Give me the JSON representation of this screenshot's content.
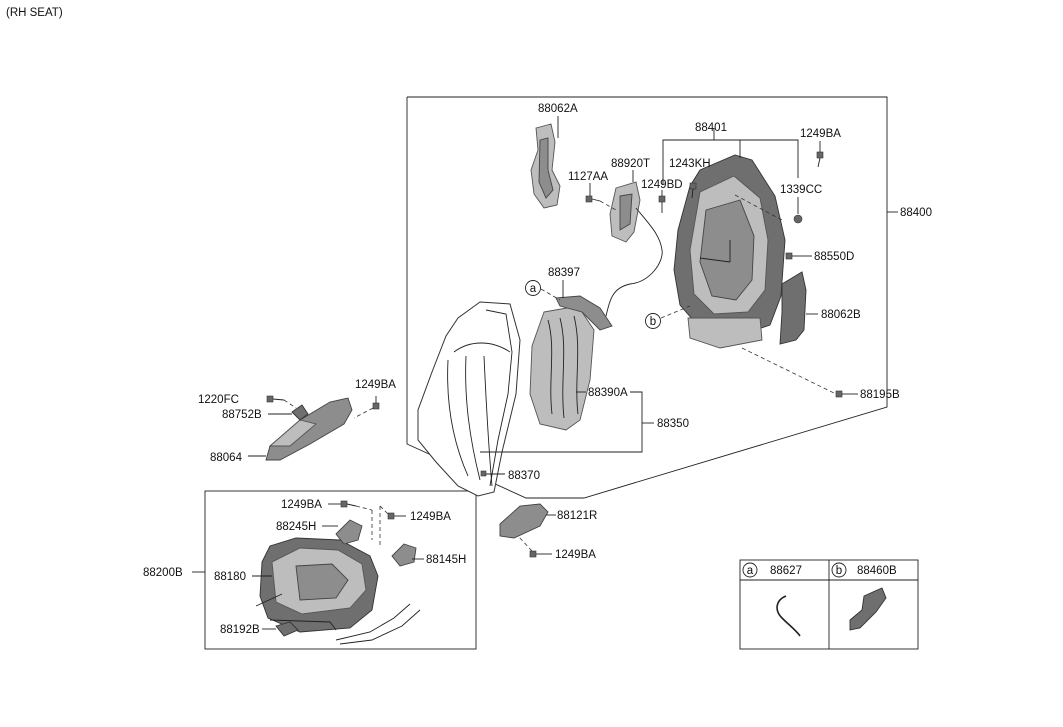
{
  "header": {
    "title": "(RH SEAT)"
  },
  "labels": {
    "p88062A": "88062A",
    "p88401": "88401",
    "p1249BA_top": "1249BA",
    "p88920T": "88920T",
    "p1243KH": "1243KH",
    "p1127AA": "1127AA",
    "p1249BD": "1249BD",
    "p1339CC": "1339CC",
    "p88400": "88400",
    "p88550D": "88550D",
    "p88397": "88397",
    "p88062B": "88062B",
    "p88390A": "88390A",
    "p88350": "88350",
    "p88370": "88370",
    "p88195B": "88195B",
    "p1220FC": "1220FC",
    "p1249BA_left": "1249BA",
    "p88752B": "88752B",
    "p88064": "88064",
    "p1249BA_cush1": "1249BA",
    "p1249BA_cush2": "1249BA",
    "p88245H": "88245H",
    "p88145H": "88145H",
    "p88200B": "88200B",
    "p88180": "88180",
    "p88192B": "88192B",
    "p88121R": "88121R",
    "p1249BA_bottom": "1249BA"
  },
  "callouts": {
    "a": "a",
    "b": "b"
  },
  "legend": {
    "a_letter": "a",
    "a_part": "88627",
    "b_letter": "b",
    "b_part": "88460B"
  }
}
